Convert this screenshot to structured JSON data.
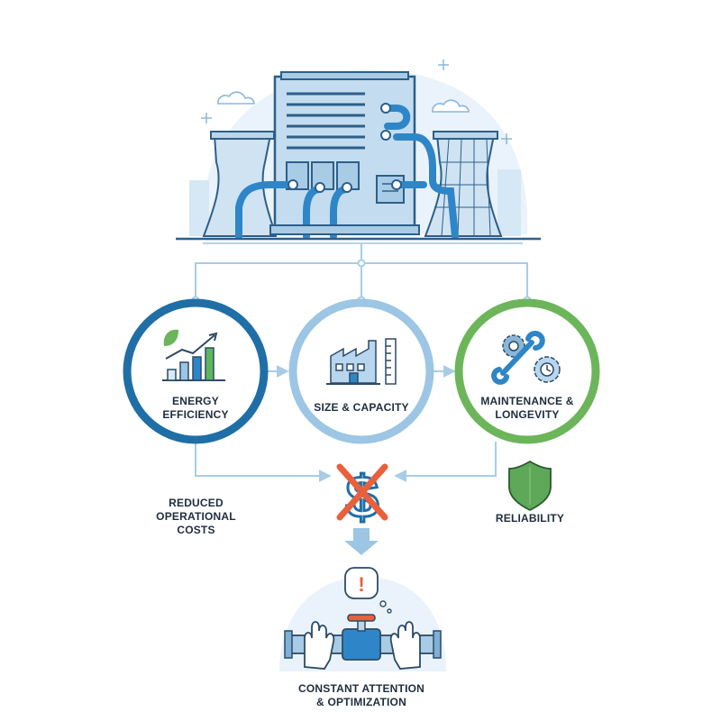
{
  "colors": {
    "dark_blue": "#1f6fa6",
    "light_blue": "#9cc6e4",
    "green": "#6cb55a",
    "connector": "#a9cce6",
    "red_cross": "#e8603c",
    "ink": "#1f2d3d"
  },
  "nodes": {
    "energy": {
      "line1": "ENERGY",
      "line2": "EFFICIENCY",
      "icon": "growth-chart-icon"
    },
    "size": {
      "line1": "SIZE & CAPACITY",
      "icon": "factory-icon"
    },
    "maintenance": {
      "line1": "MAINTENANCE &",
      "line2": "LONGEVITY",
      "icon": "wrench-gears-icon"
    }
  },
  "outcomes": {
    "costs": {
      "line1": "REDUCED",
      "line2": "OPERATIONAL",
      "line3": "COSTS",
      "icon": "crossed-dollar-icon"
    },
    "reliability": {
      "line1": "RELIABILITY",
      "icon": "shield-icon"
    },
    "attention": {
      "line1": "CONSTANT ATTENTION",
      "line2": "& OPTIMIZATION",
      "icon": "valve-hands-icon"
    }
  },
  "header": {
    "icon": "power-plant-icon"
  }
}
